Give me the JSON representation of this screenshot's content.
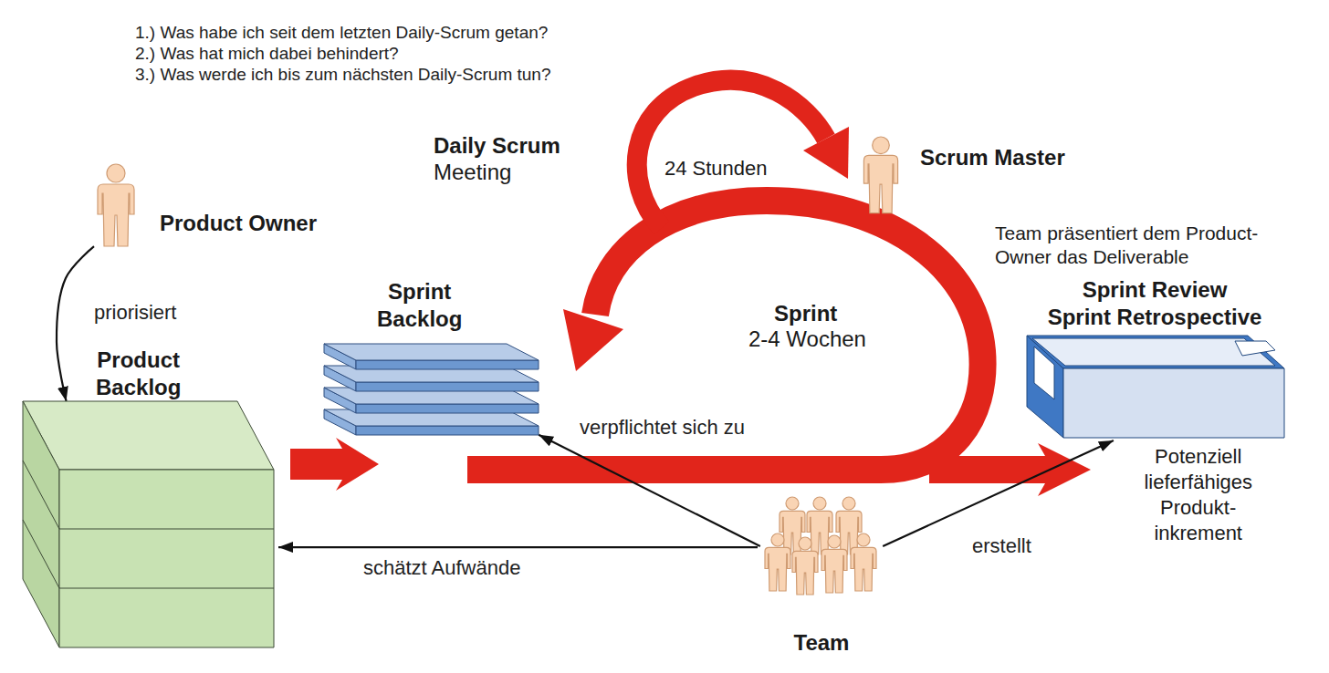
{
  "diagram": {
    "nodes": [
      {
        "text": [
          "Product Owner"
        ]
      },
      {
        "text": [
          "Scrum Master"
        ]
      },
      {
        "text": [
          "Product Backlog"
        ]
      },
      {
        "text": [
          "Sprint Backlog"
        ]
      },
      {
        "text": [
          "Sprint Review",
          "Sprint Retrospective",
          "Potenziell lieferfähiges Produkt-inkrement"
        ]
      },
      {
        "text": [
          "Team"
        ]
      }
    ],
    "edges": [
      {
        "from": 0,
        "to": 2,
        "arrow": "to",
        "label": "priorisiert"
      },
      {
        "from": 5,
        "to": 3,
        "arrow": "to",
        "label": "verpflichtet sich zu"
      },
      {
        "from": 5,
        "to": 2,
        "arrow": "to",
        "label": "schätzt Aufwände"
      },
      {
        "from": 5,
        "to": 4,
        "arrow": "to",
        "label": "erstellt"
      }
    ],
    "labels": [
      "1.) Was habe ich seit dem letzten Daily-Scrum getan?",
      "2.) Was hat mich dabei behindert?",
      "3.) Was werde ich bis zum nächsten Daily-Scrum tun?",
      "Daily Scrum",
      "Meeting",
      "24 Stunden",
      "Sprint",
      "2-4 Wochen",
      "Team präsentiert dem Product-Owner das Deliverable"
    ]
  }
}
